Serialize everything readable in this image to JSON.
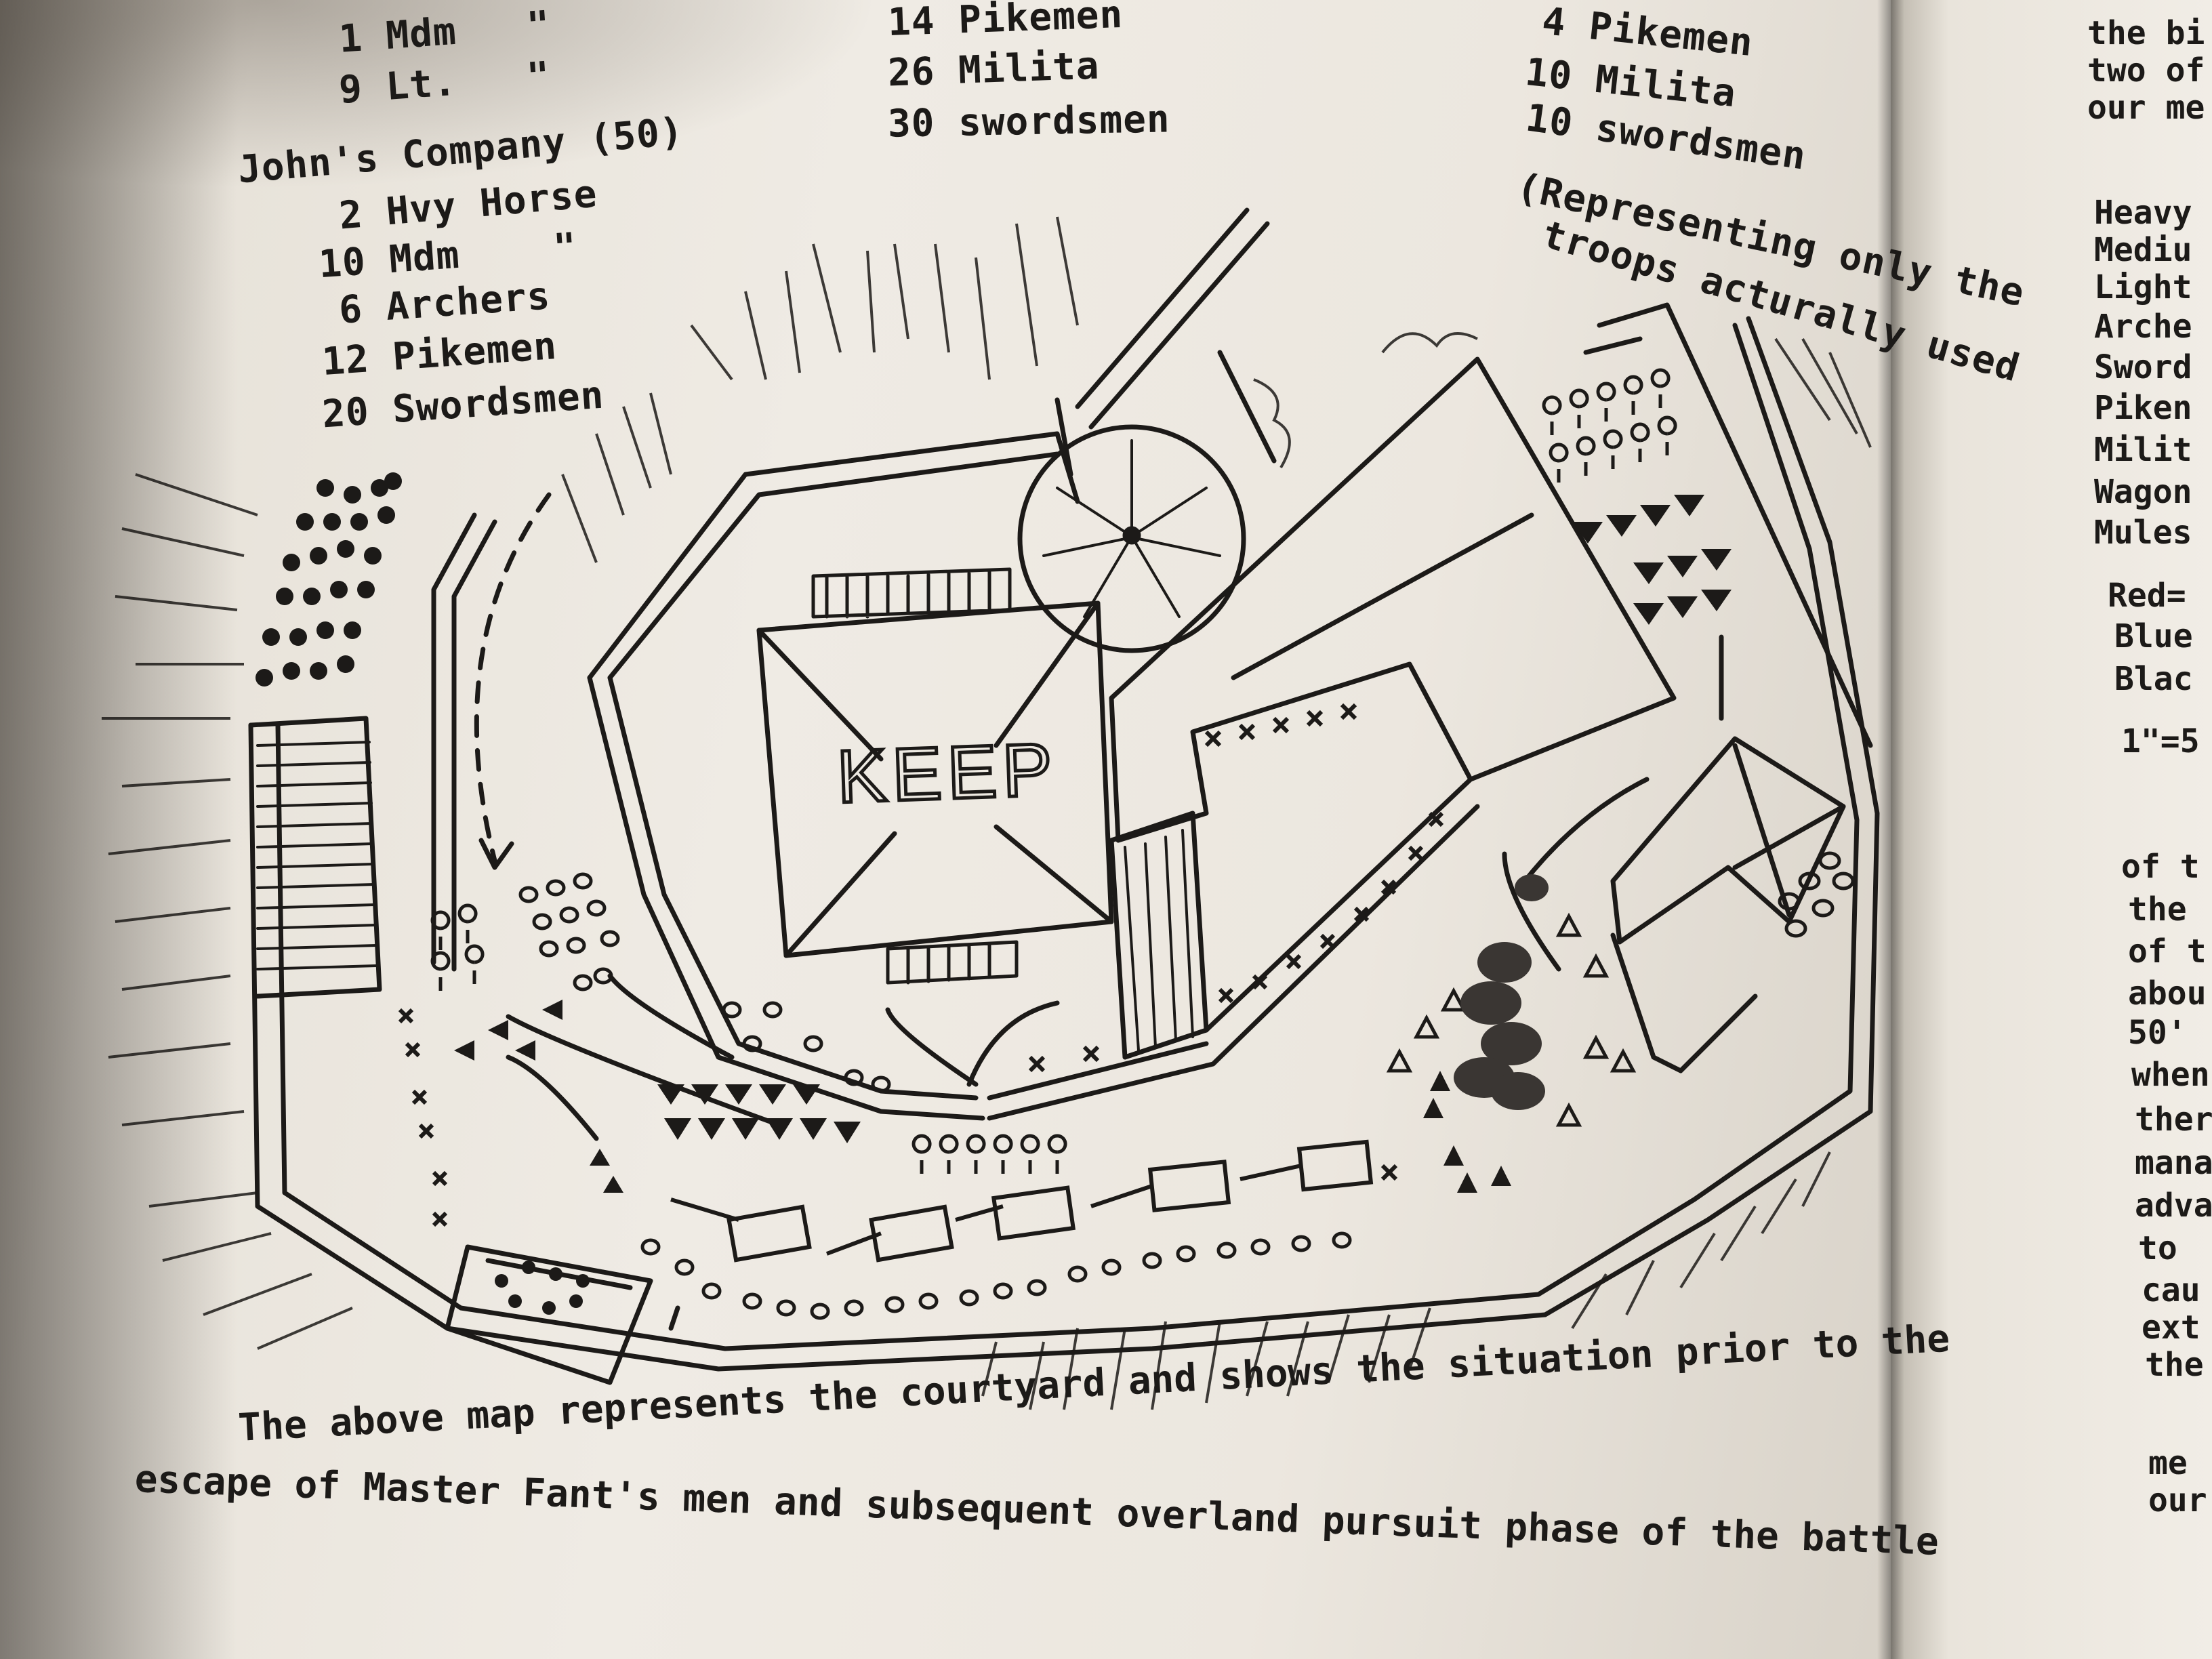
{
  "left_col": [
    {
      "text": "1 Mdm   \""
    },
    {
      "text": "9 Lt.   \""
    },
    {
      "text": "John's Company (50)"
    },
    {
      "text": "2 Hvy Horse"
    },
    {
      "text": "10 Mdm    \""
    },
    {
      "text": "6 Archers"
    },
    {
      "text": "12 Pikemen"
    },
    {
      "text": "20 Swordsmen"
    }
  ],
  "mid_col": [
    {
      "text": "14 Pikemen"
    },
    {
      "text": "26 Milita"
    },
    {
      "text": "30 swordsmen"
    }
  ],
  "right_col": [
    {
      "text": "4 Pikemen"
    },
    {
      "text": "10 Milita"
    },
    {
      "text": "10 swordsmen"
    },
    {
      "text": "(Representing only the"
    },
    {
      "text": "troops acturally used"
    }
  ],
  "map": {
    "keep_label": "KEEP"
  },
  "caption": {
    "line1": "The above map represents the courtyard and shows the situation prior to the",
    "line2": "escape of Master Fant's men and subsequent overland pursuit phase of the battle"
  },
  "right_page": {
    "top": [
      "the bi",
      "two of",
      "our me"
    ],
    "list": [
      "Heavy",
      "Mediu",
      "Light",
      "Arche",
      "Sword",
      "Piken",
      "Milit",
      "Wagon",
      "Mules"
    ],
    "key": [
      "Red=",
      "Blue",
      "Blac"
    ],
    "scale": "1\"=5",
    "para": [
      "of t",
      "the",
      "of t",
      "abou",
      "50'",
      "when",
      "ther",
      "mana",
      "adva",
      "to",
      "cau",
      "ext",
      "the"
    ],
    "bottom": [
      "me",
      "our"
    ]
  }
}
